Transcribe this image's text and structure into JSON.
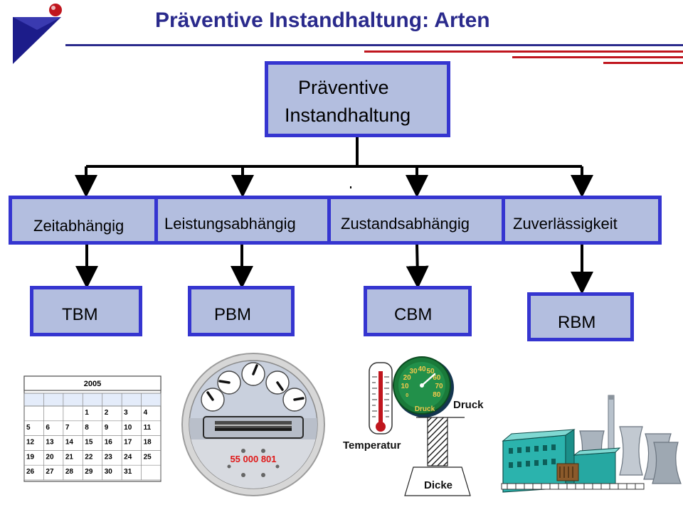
{
  "title": "Präventive Instandhaltung: Arten",
  "root": {
    "line1": "Präventive",
    "line2": "Instandhaltung"
  },
  "categories": [
    {
      "label": "Zeitabhängig",
      "abbr": "TBM"
    },
    {
      "label": "Leistungsabhängig",
      "abbr": "PBM"
    },
    {
      "label": "Zustandsabhängig",
      "abbr": "CBM"
    },
    {
      "label": "Zuverlässigkeit",
      "abbr": "RBM"
    }
  ],
  "calendar": {
    "year": "2005",
    "rows": [
      [
        "",
        "",
        "",
        "1",
        "2",
        "3",
        "4"
      ],
      [
        "5",
        "6",
        "7",
        "8",
        "9",
        "10",
        "11"
      ],
      [
        "12",
        "13",
        "14",
        "15",
        "16",
        "17",
        "18"
      ],
      [
        "19",
        "20",
        "21",
        "22",
        "23",
        "24",
        "25"
      ],
      [
        "26",
        "27",
        "28",
        "29",
        "30",
        "31",
        ""
      ]
    ]
  },
  "meter": {
    "reading": "55 000 801"
  },
  "gauge": {
    "ticks": [
      "0",
      "10",
      "20",
      "30",
      "40",
      "50",
      "60",
      "70",
      "80"
    ],
    "label": "Druck"
  },
  "labels": {
    "pressure": "Druck",
    "temperature": "Temperatur",
    "thickness": "Dicke"
  },
  "colors": {
    "title": "#2a2a8c",
    "box_fill": "#b3bedf",
    "box_border": "#3535d0",
    "accent_red": "#c0161e"
  }
}
